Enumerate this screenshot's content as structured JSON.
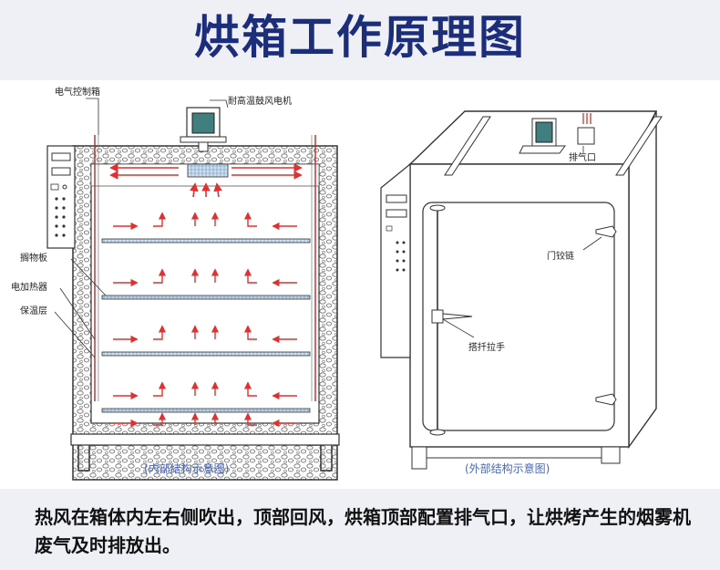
{
  "title": "烘箱工作原理图",
  "diagram": {
    "labels": {
      "control_box": "电气控制箱",
      "fan_motor": "耐高温鼓风电机",
      "shelf": "搁物板",
      "heater": "电加热器",
      "insulation": "保温层",
      "exhaust": "排气口",
      "hinge": "门铰链",
      "handle": "搭扦拉手"
    },
    "left_caption": "(内部结构示意图)",
    "right_caption": "(外部结构示意图)"
  },
  "description": "热风在箱体内左右侧吹出，顶部回风，烘箱顶部配置排气口，让烘烤产生的烟雾机废气及时排放出。",
  "colors": {
    "title": "#1c2e7a",
    "airflow": "#e03030",
    "line": "#333333"
  }
}
